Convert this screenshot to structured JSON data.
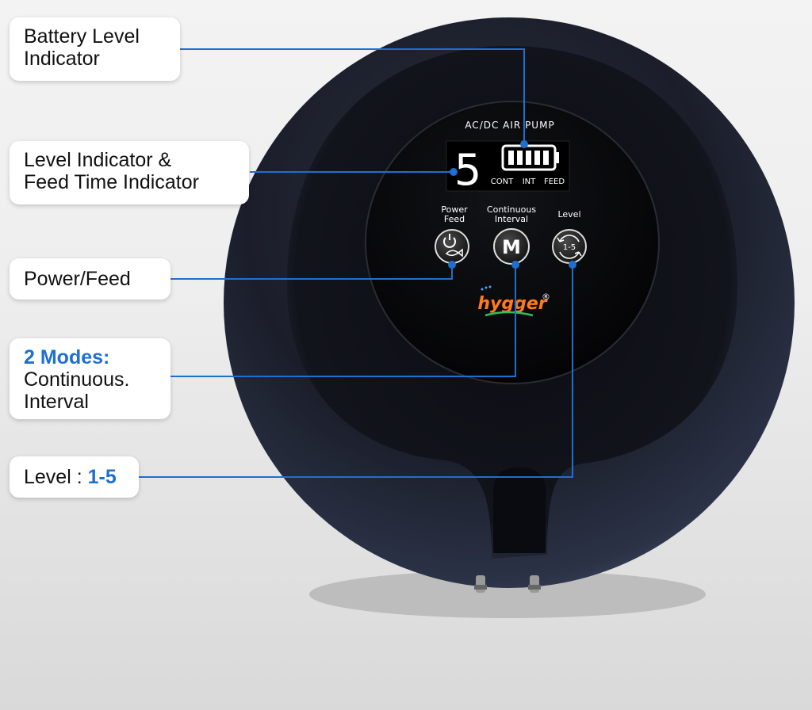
{
  "colors": {
    "callout_line": "#1f6fd1",
    "accent_text": "#1f6fd1",
    "device_body": "#1c1f2b",
    "panel": "#050507",
    "lcd_text": "#ffffff"
  },
  "callouts": {
    "battery": {
      "line1": "Battery Level",
      "line2": "Indicator"
    },
    "level_indicator": {
      "line1": "Level Indicator &",
      "line2": "Feed Time Indicator"
    },
    "power_feed": {
      "label": "Power/Feed"
    },
    "modes": {
      "title": "2 Modes:",
      "line1": "Continuous.",
      "line2": "Interval"
    },
    "level": {
      "prefix": "Level : ",
      "range": "1-5"
    }
  },
  "device": {
    "header": "AC/DC AIR PUMP",
    "digit": "5",
    "battery_bars": 5,
    "mode_labels": [
      "CONT",
      "INT",
      "FEED"
    ],
    "buttons": {
      "power_feed": {
        "line1": "Power",
        "line2": "Feed",
        "icon": "power-fish-icon"
      },
      "mode": {
        "line1": "Continuous",
        "line2": "Interval",
        "glyph": "M"
      },
      "level": {
        "line1": "Level",
        "glyph": "1-5",
        "icon": "cycle-arrows-icon"
      }
    },
    "brand": "hygger",
    "registered": "®"
  }
}
